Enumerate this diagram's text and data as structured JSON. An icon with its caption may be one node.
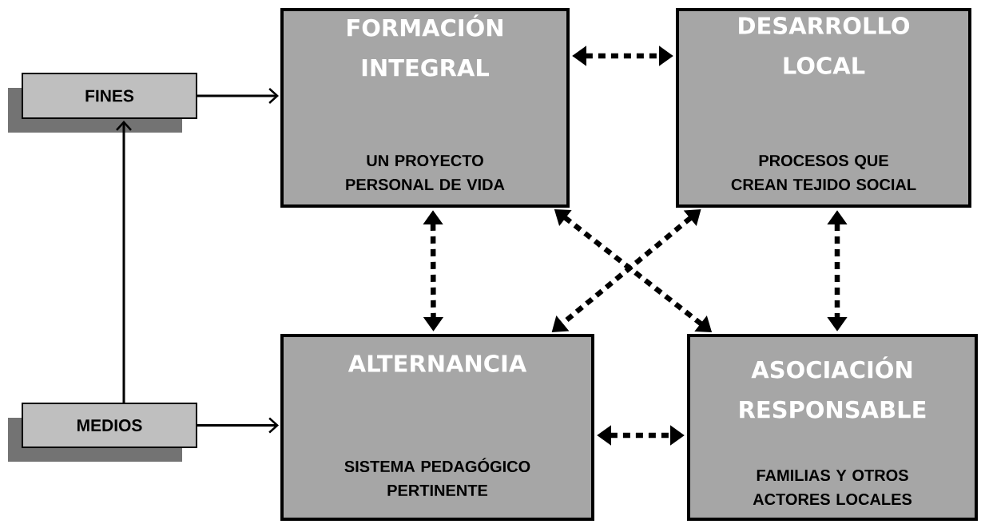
{
  "diagram": {
    "nodes": [
      {
        "text": [
          "FINES"
        ]
      },
      {
        "text": [
          "FORMACIÓN INTEGRAL",
          "UN PROYECTO PERSONAL DE VIDA"
        ]
      },
      {
        "text": [
          "DESARROLLO LOCAL",
          "PROCESOS QUE CREAN TEJIDO SOCIAL"
        ]
      },
      {
        "text": [
          "MEDIOS"
        ]
      },
      {
        "text": [
          "ALTERNANCIA",
          "SISTEMA PEDAGÓGICO PERTINENTE"
        ]
      },
      {
        "text": [
          "ASOCIACIÓN RESPONSABLE",
          "FAMILIAS Y OTROS ACTORES LOCALES"
        ]
      }
    ],
    "edges": [
      {
        "from": 0,
        "to": 1,
        "arrow": "to"
      },
      {
        "from": 3,
        "to": 4,
        "arrow": "to"
      },
      {
        "from": 3,
        "to": 0,
        "arrow": "to"
      },
      {
        "from": 1,
        "to": 2,
        "arrow": "both",
        "style": "dashed"
      },
      {
        "from": 1,
        "to": 4,
        "arrow": "both",
        "style": "dashed"
      },
      {
        "from": 2,
        "to": 5,
        "arrow": "both",
        "style": "dashed"
      },
      {
        "from": 1,
        "to": 5,
        "arrow": "both",
        "style": "dashed"
      },
      {
        "from": 2,
        "to": 4,
        "arrow": "both",
        "style": "dashed"
      },
      {
        "from": 4,
        "to": 5,
        "arrow": "both",
        "style": "dashed"
      }
    ]
  }
}
